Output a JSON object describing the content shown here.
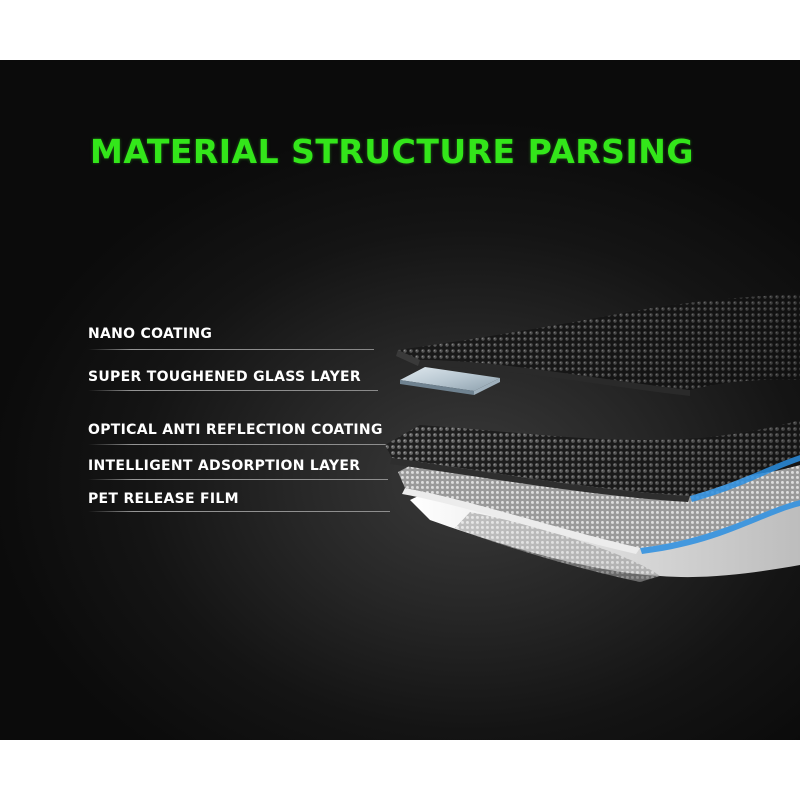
{
  "title": "MATERIAL STRUCTURE PARSING",
  "labels": [
    "NANO COATING",
    "SUPER TOUGHENED GLASS LAYER",
    "OPTICAL ANTI REFLECTION COATING",
    "INTELLIGENT ADSORPTION LAYER",
    "PET RELEASE FILM"
  ],
  "colors": {
    "title": "#33e61a",
    "label": "#ffffff",
    "background": "#141414",
    "accent_edge": "#2a8ee0"
  }
}
